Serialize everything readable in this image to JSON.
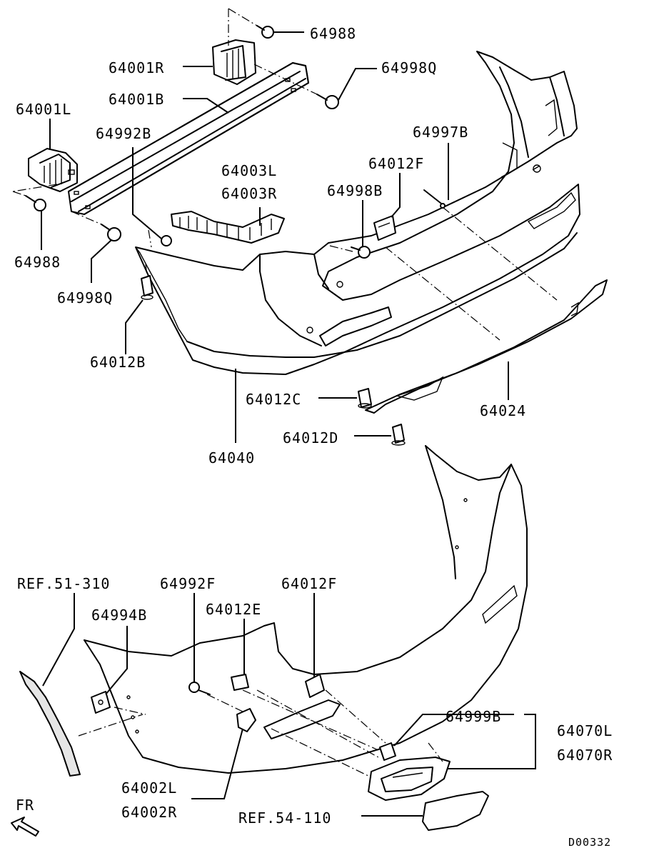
{
  "labels": {
    "p64988_top": "64988",
    "p64001R": "64001R",
    "p64998Q_top": "64998Q",
    "p64001B": "64001B",
    "p64001L": "64001L",
    "p64992B": "64992B",
    "p64997B": "64997B",
    "p64003L": "64003L",
    "p64012F_top": "64012F",
    "p64003R": "64003R",
    "p64998B": "64998B",
    "p64988_left": "64988",
    "p64998Q_left": "64998Q",
    "p64012B": "64012B",
    "p64012C": "64012C",
    "p64024": "64024",
    "p64012D": "64012D",
    "p64040": "64040",
    "ref51": "REF.51-310",
    "p64992F": "64992F",
    "p64012F_bottom": "64012F",
    "p64994B": "64994B",
    "p64012E": "64012E",
    "p64999B": "64999B",
    "p64070L": "64070L",
    "p64070R": "64070R",
    "p64002L": "64002L",
    "p64002R": "64002R",
    "ref54": "REF.54-110",
    "fr": "FR",
    "code": "D00332"
  }
}
